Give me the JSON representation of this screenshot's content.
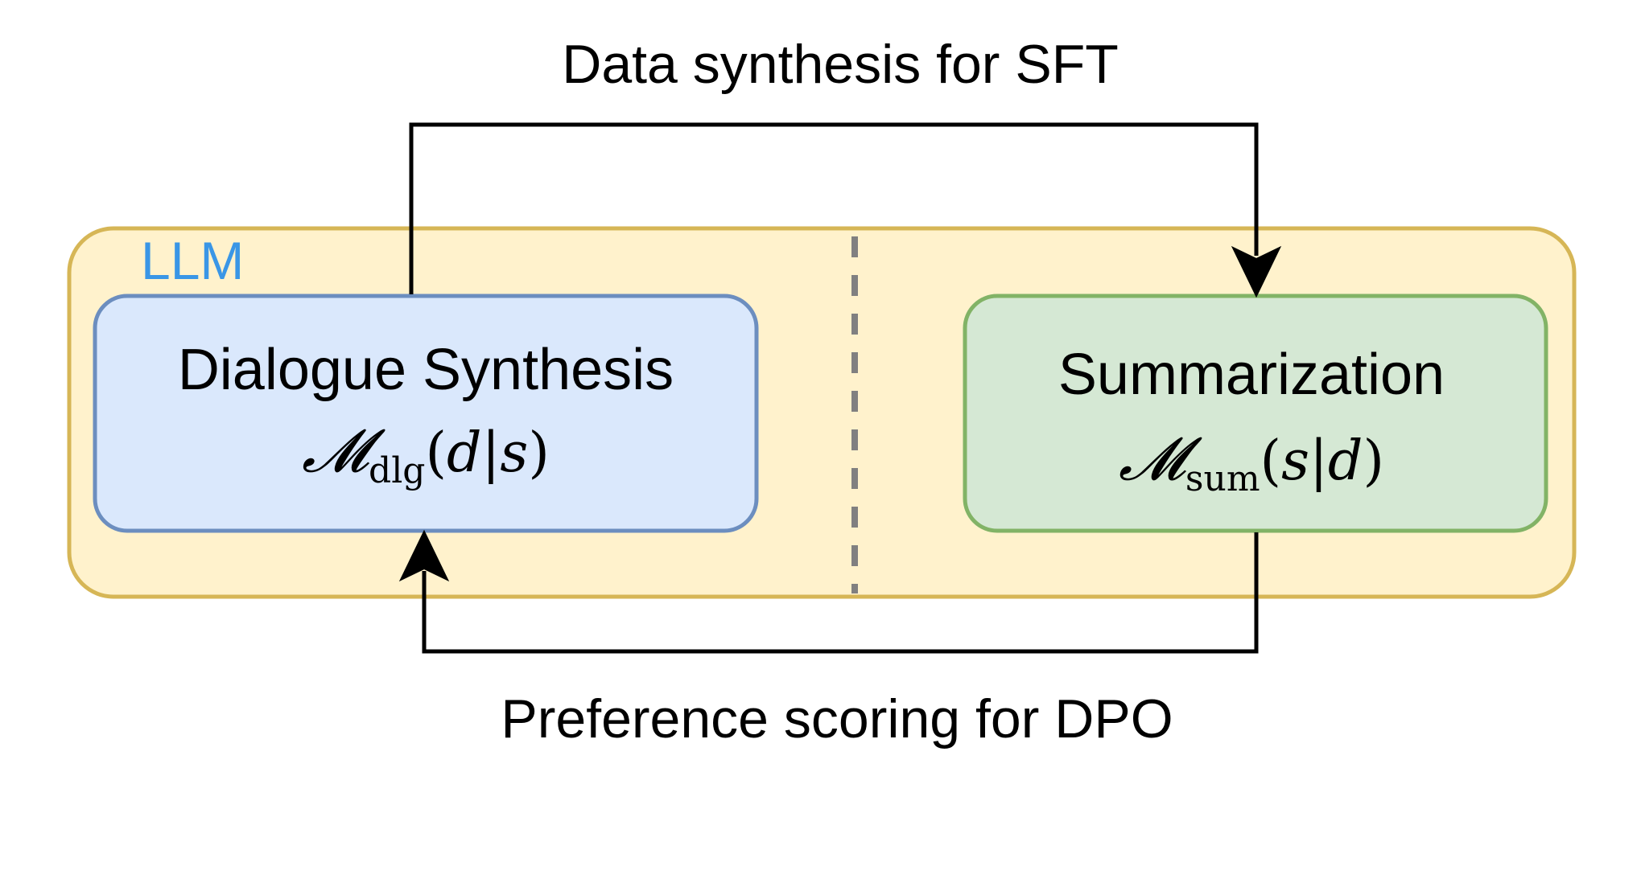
{
  "labels": {
    "top_arrow": "Data synthesis for SFT",
    "bottom_arrow": "Preference scoring for DPO",
    "container": "LLM"
  },
  "boxes": {
    "dialogue": {
      "title": "Dialogue Synthesis",
      "formula": {
        "symbol": "𝓜",
        "subscript": "dlg",
        "open": "(",
        "var1": "d",
        "bar": "|",
        "var2": "s",
        "close": ")"
      }
    },
    "summarization": {
      "title": "Summarization",
      "formula": {
        "symbol": "𝓜",
        "subscript": "sum",
        "open": "(",
        "var1": "s",
        "bar": "|",
        "var2": "d",
        "close": ")"
      }
    }
  },
  "colors": {
    "container_fill": "#fff2cc",
    "container_stroke": "#d6b656",
    "dialogue_fill": "#dae8fc",
    "dialogue_stroke": "#6c8ebf",
    "summarization_fill": "#d5e8d4",
    "summarization_stroke": "#82b366",
    "llm_label": "#3a96e6",
    "divider": "#808080",
    "arrow": "#000000",
    "text": "#000000"
  }
}
